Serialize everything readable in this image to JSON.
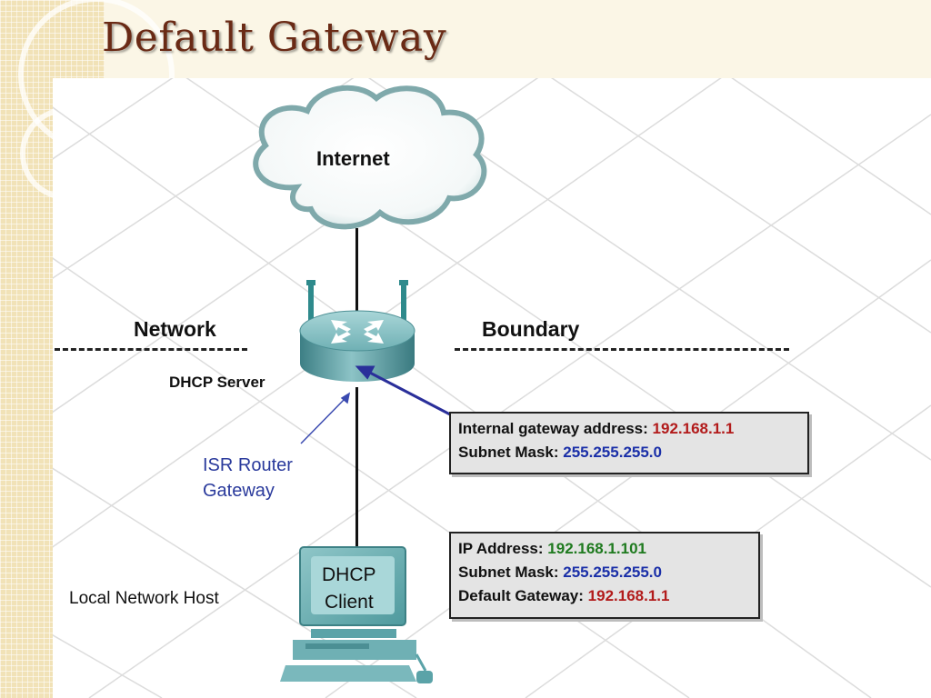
{
  "slide": {
    "title": "Default Gateway"
  },
  "cloud": {
    "label": "Internet"
  },
  "boundary": {
    "left_label": "Network",
    "right_label": "Boundary"
  },
  "router": {
    "server_label": "DHCP Server",
    "icon": "router-icon"
  },
  "isr": {
    "line1": "ISR Router",
    "line2": "Gateway"
  },
  "gateway_box": {
    "row1_label": "Internal gateway address:",
    "row1_value": "192.168.1.1",
    "row2_label": "Subnet Mask:",
    "row2_value": "255.255.255.0"
  },
  "host": {
    "label": "Local Network Host",
    "screen_line1": "DHCP",
    "screen_line2": "Client",
    "icon": "computer-icon"
  },
  "host_box": {
    "row1_label": "IP Address:",
    "row1_value": "192.168.1.101",
    "row2_label": "Subnet Mask:",
    "row2_value": "255.255.255.0",
    "row3_label": "Default Gateway:",
    "row3_value": "192.168.1.1"
  },
  "colors": {
    "title": "#6a2a15",
    "value_red": "#b21b1b",
    "value_blue": "#1a2fa8",
    "value_green": "#1f7a1f",
    "isr_text": "#2a3a9c",
    "router_body": "#5ba3a8"
  }
}
